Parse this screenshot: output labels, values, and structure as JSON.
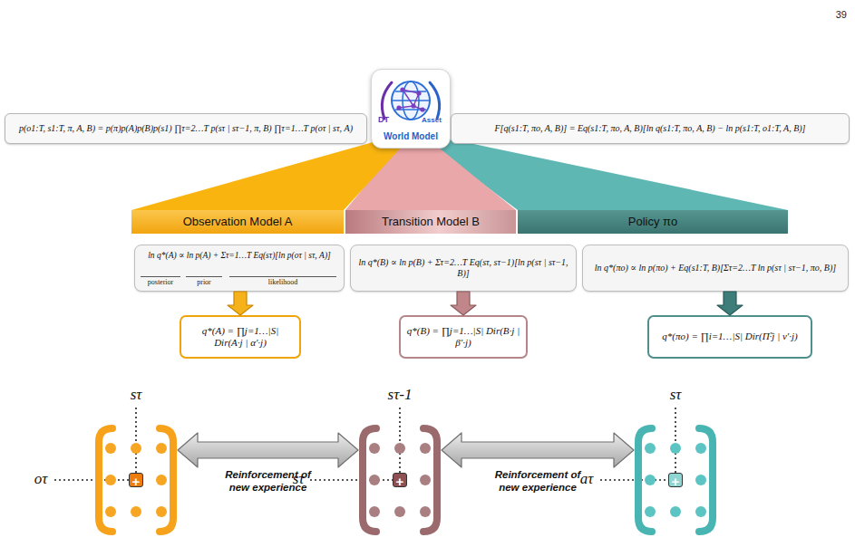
{
  "diagram": {
    "nodes": [
      {
        "text": [
          "p(o1:T, s1:T, π, A, B) = p(π)p(A)p(B)p(s1) ∏τ=2…T p(sτ | sτ−1, π, B) ∏τ=1…T p(oτ | sτ, A)"
        ]
      },
      {
        "text": [
          "DT",
          "Asset",
          "World Model"
        ]
      },
      {
        "text": [
          "F[q(s1:T, πo, A, B)] = Eq(s1:T, πo, A, B)[ln q(s1:T, πo, A, B) − ln p(s1:T, o1:T, A, B)]"
        ]
      },
      {
        "text": [
          "Observation Model A"
        ]
      },
      {
        "text": [
          "Transition Model B"
        ]
      },
      {
        "text": [
          "Policy πo"
        ]
      },
      {
        "text": [
          "ln q*(A) ∝ ln p(A) + Στ=1…T Eq(sτ)[ln p(oτ | sτ, A)]",
          "posterior",
          "prior",
          "likelihood"
        ]
      },
      {
        "text": [
          "ln q*(B) ∝ ln p(B) + Στ=2…T Eq(sτ, sτ−1)[ln p(sτ | sτ−1, B)]"
        ]
      },
      {
        "text": [
          "ln q*(πo) ∝ ln p(πo) + Eq(s1:T, B)[Στ=2…T ln p(sτ | sτ−1, πo, B)]"
        ]
      },
      {
        "text": [
          "q*(A) = ∏j=1…|S| Dir(A·j | α′·j)"
        ]
      },
      {
        "text": [
          "q*(B) = ∏j=1…|S| Dir(B·j | β′·j)"
        ]
      },
      {
        "text": [
          "q*(πo) = ∏i=1…|S| Dir(Π̃·j | ν′·j)"
        ]
      },
      {
        "text": [
          "+"
        ]
      },
      {
        "text": [
          "+"
        ]
      },
      {
        "text": [
          "+"
        ]
      }
    ],
    "edges": [
      {
        "from": 6,
        "to": 9,
        "arrow": "to"
      },
      {
        "from": 7,
        "to": 10,
        "arrow": "to"
      },
      {
        "from": 8,
        "to": 11,
        "arrow": "to"
      },
      {
        "from": 12,
        "to": 13,
        "label": "Reinforcement of new experience",
        "arrow": "both"
      },
      {
        "from": 13,
        "to": 14,
        "label": "Reinforcement of new experience",
        "arrow": "both"
      }
    ],
    "labels": [
      "39",
      "sτ",
      "oτ",
      "sτ-1",
      "sτ",
      "sτ",
      "aτ"
    ]
  }
}
